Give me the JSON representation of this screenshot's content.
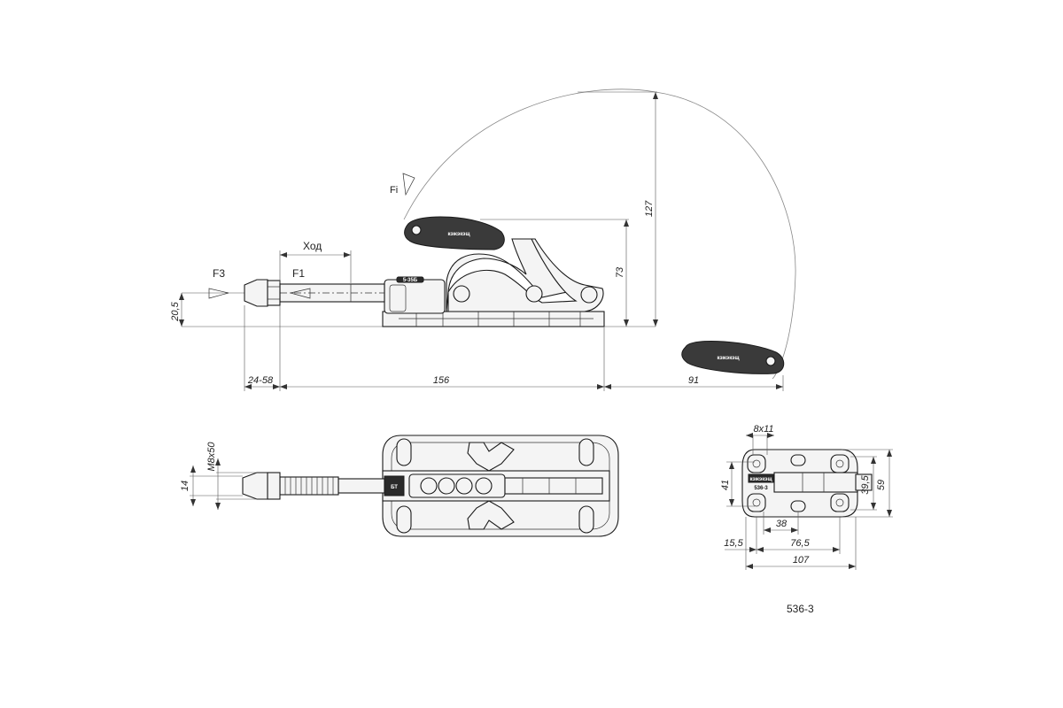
{
  "side_view": {
    "force_f3": "F3",
    "force_f1": "F1",
    "force_fi": "Fi",
    "stroke_label": "Ход",
    "dim_height_plunger": "20,5",
    "dim_handle_height": "73",
    "dim_arc_height": "127",
    "dim_stroke_range": "24-58",
    "dim_body_length": "156",
    "dim_handle_reach": "91",
    "handle_brand": "кэжэкэщ",
    "body_marking": "5-35Б"
  },
  "top_view": {
    "dim_thread": "M8x50",
    "dim_width": "14",
    "body_marking": "БТ"
  },
  "base_view": {
    "dim_slot": "8x11",
    "dim_outer_height": "41",
    "dim_hole_spacing_v": "39,5",
    "dim_total_height": "59",
    "dim_hole_spacing_h": "38",
    "dim_edge": "15,5",
    "dim_hole_span": "76,5",
    "dim_total_length": "107",
    "plate_brand": "кэжэкэщ",
    "plate_model": "536-3"
  },
  "model_number": "536-3"
}
